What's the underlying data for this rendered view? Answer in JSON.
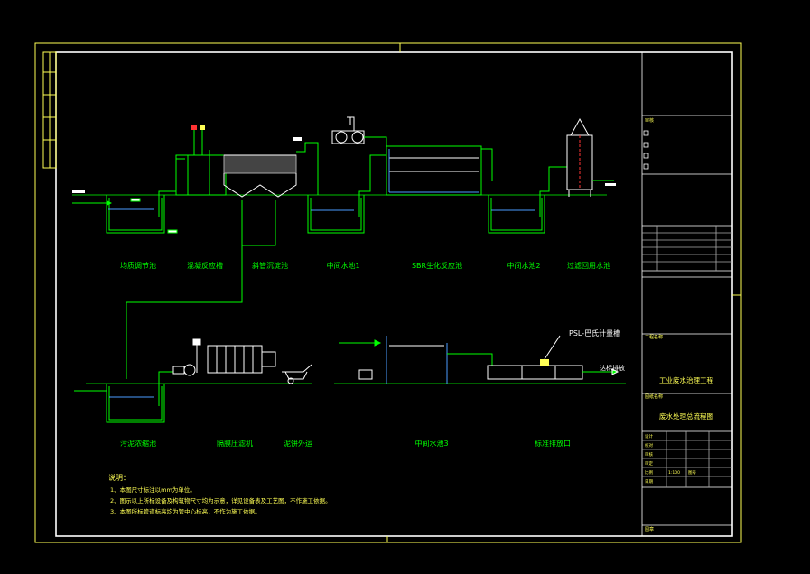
{
  "process_labels": [
    "均质调节池",
    "混凝反应槽",
    "斜管沉淀池",
    "中间水池1",
    "SBR生化反应池",
    "中间水池2",
    "过滤回用水池"
  ],
  "lower_labels": [
    "污泥浓缩池",
    "隔膜压滤机",
    "泥饼外运",
    "中间水池3",
    "标准排放口"
  ],
  "notes": {
    "title": "说明：",
    "items": [
      "1、本图尺寸标注以mm为单位。",
      "2、图示以上所标设备及构筑物尺寸均为示意，详见设备表及工艺图，不作施工依据。",
      "3、本图所标管道标高均为管中心标高，不作为施工依据。"
    ]
  },
  "psl_label": "PSL-巴氏计量槽",
  "outfall_label": "达标排放",
  "title_block": {
    "project_name": "工业废水治理工程",
    "drawing_name": "废水处理总流程图",
    "project_field": "工程名称",
    "drawing_field": "图纸名称",
    "approval_field": "审核",
    "stamp_field": "图章",
    "table_rows": [
      "设计",
      "校对",
      "审核",
      "审定",
      "比例",
      "日期",
      "图号"
    ],
    "scale": "1:100"
  }
}
